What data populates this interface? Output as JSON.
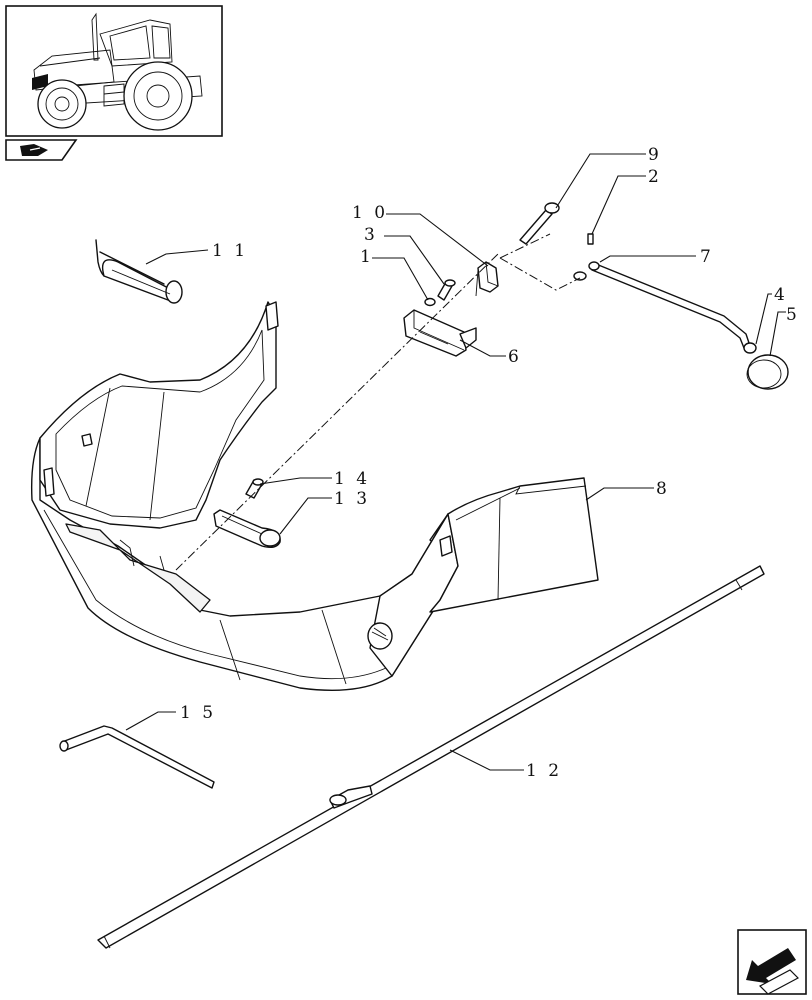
{
  "callouts": [
    {
      "id": "1",
      "text": "1"
    },
    {
      "id": "2",
      "text": "2"
    },
    {
      "id": "3",
      "text": "3"
    },
    {
      "id": "4",
      "text": "4"
    },
    {
      "id": "5",
      "text": "5"
    },
    {
      "id": "6",
      "text": "6"
    },
    {
      "id": "7",
      "text": "7"
    },
    {
      "id": "8",
      "text": "8"
    },
    {
      "id": "9",
      "text": "9"
    },
    {
      "id": "10",
      "text": "1 0"
    },
    {
      "id": "11",
      "text": "1 1"
    },
    {
      "id": "12",
      "text": "1 2"
    },
    {
      "id": "13",
      "text": "1 3"
    },
    {
      "id": "14",
      "text": "1 4"
    },
    {
      "id": "15",
      "text": "1 5"
    }
  ],
  "icons": {
    "thumbnail": "tractor-thumbnail-icon",
    "section_tab": "section-book-icon",
    "nav_next": "next-page-arrow-icon"
  }
}
